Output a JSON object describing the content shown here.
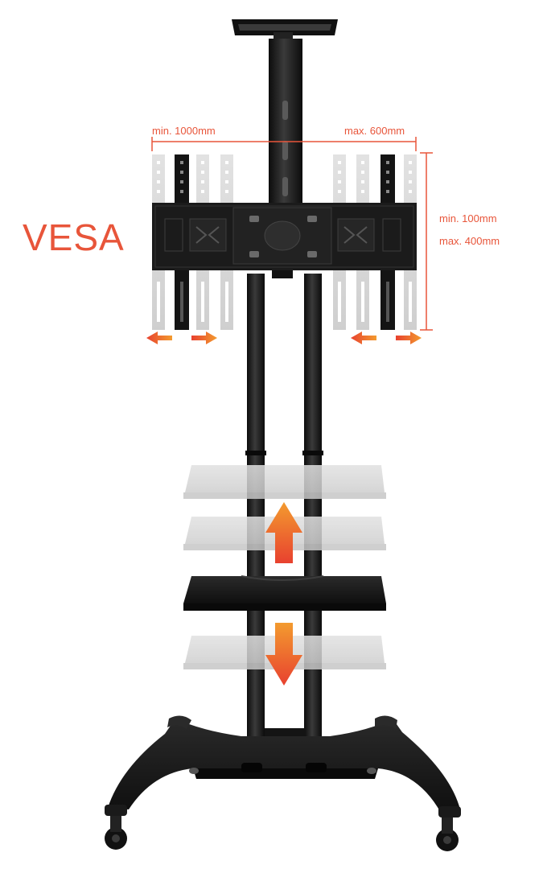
{
  "labels": {
    "vesa": "VESA",
    "width_min": "min. 1000mm",
    "width_max": "max. 600mm",
    "height_min": "min. 100mm",
    "height_max": "max. 400mm"
  },
  "colors": {
    "accent": "#e8553a",
    "arrow_top": "#f08a2e",
    "arrow_bottom": "#e8412f",
    "metal": "#1a1a1a",
    "ghost": "#d9d9d9"
  },
  "icons": {
    "horizontal_adjust": "double-arrow-left-right",
    "vertical_adjust": "arrow-up-down"
  }
}
